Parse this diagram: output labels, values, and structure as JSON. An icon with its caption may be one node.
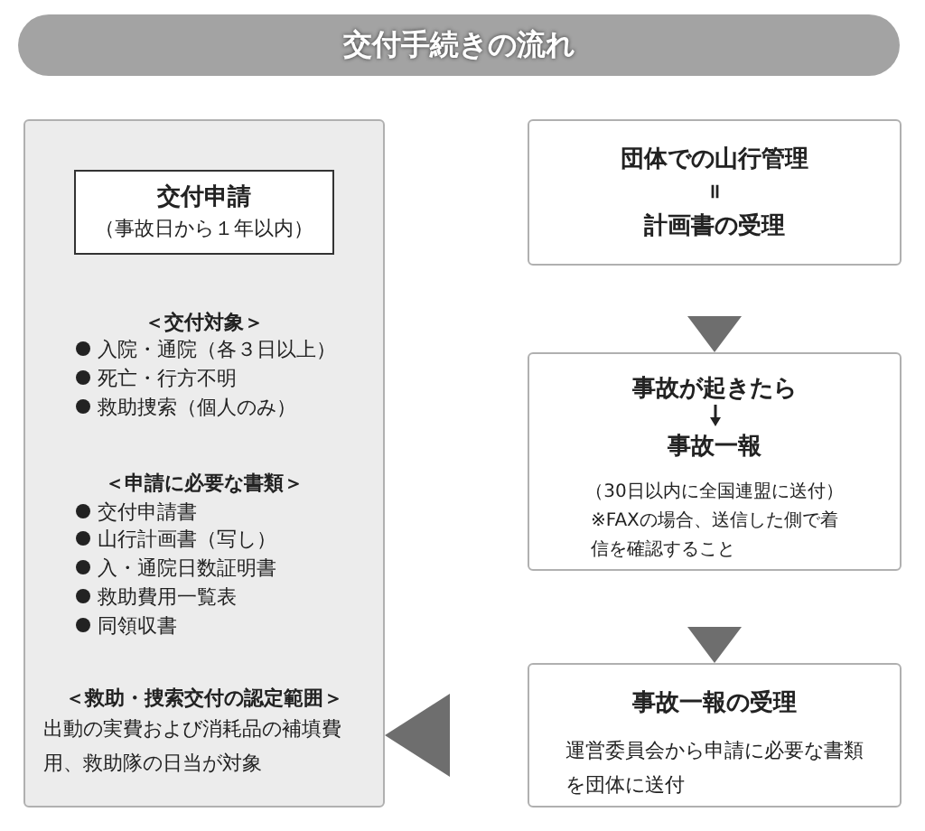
{
  "diagram": {
    "title": "交付手続きの流れ",
    "nodes": [
      {
        "text": [
          "＜交付対象＞",
          "入院・通院（各３日以上）",
          "死亡・行方不明",
          "救助捜索（個人のみ）",
          "＜申請に必要な書類＞",
          "交付申請書",
          "山行計画書（写し）",
          "入・通院日数証明書",
          "救助費用一覧表",
          "同領収書",
          "＜救助・捜索交付の認定範囲＞",
          "出動の実費および消耗品の補填費用、救助隊の日当が対象"
        ]
      },
      {
        "text": [
          "交付申請",
          "（事故日から１年以内）"
        ],
        "in": 0
      },
      {
        "text": [
          "団体での山行管理",
          "＝",
          "計画書の受理"
        ]
      },
      {
        "text": [
          "事故が起きたら",
          "事故一報",
          "（30日以内に全国連盟に送付）",
          "※FAXの場合、送信した側で着信を確認すること"
        ]
      },
      {
        "text": [
          "事故一報の受理",
          "運営委員会から申請に必要な書類を団体に送付"
        ]
      }
    ],
    "edges": [
      {
        "from": 2,
        "to": 3,
        "arrow": "to"
      },
      {
        "from": 3,
        "to": 4,
        "arrow": "to"
      },
      {
        "from": 4,
        "to": 0,
        "arrow": "to"
      }
    ]
  }
}
